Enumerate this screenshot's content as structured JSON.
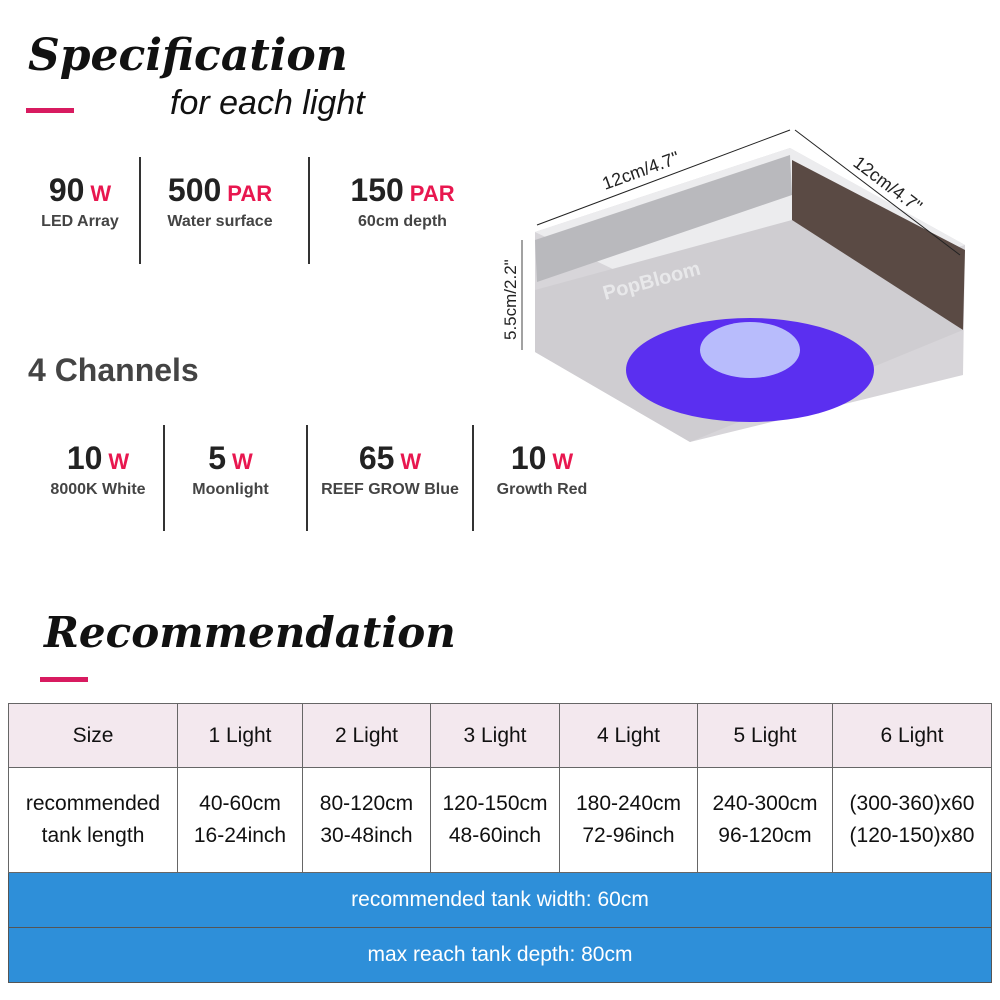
{
  "spec": {
    "title": "Specification",
    "subtitle": "for each light",
    "stats": [
      {
        "value": "90",
        "unit": "W",
        "label": "LED Array"
      },
      {
        "value": "500",
        "unit": "PAR",
        "label": "Water surface"
      },
      {
        "value": "150",
        "unit": "PAR",
        "label": "60cm depth"
      }
    ]
  },
  "channels": {
    "title": "4 Channels",
    "items": [
      {
        "value": "10",
        "unit": "W",
        "label": "8000K White"
      },
      {
        "value": "5",
        "unit": "W",
        "label": "Moonlight"
      },
      {
        "value": "65",
        "unit": "W",
        "label": "REEF GROW Blue"
      },
      {
        "value": "10",
        "unit": "W",
        "label": "Growth Red"
      }
    ]
  },
  "product": {
    "dim_length": "12cm/4.7\"",
    "dim_width": "12cm/4.7\"",
    "dim_height": "5.5cm/2.2\"",
    "logo": "PopBloom"
  },
  "recommendation": {
    "title": "Recommendation",
    "headers": [
      "Size",
      "1 Light",
      "2 Light",
      "3 Light",
      "4 Light",
      "5 Light",
      "6 Light"
    ],
    "row_label": [
      "recommended",
      "tank length"
    ],
    "cells": [
      [
        "40-60cm",
        "16-24inch"
      ],
      [
        "80-120cm",
        "30-48inch"
      ],
      [
        "120-150cm",
        "48-60inch"
      ],
      [
        "180-240cm",
        "72-96inch"
      ],
      [
        "240-300cm",
        "96-120cm"
      ],
      [
        "(300-360)x60",
        "(120-150)x80"
      ]
    ],
    "width_note": "recommended tank width:  60cm",
    "depth_note": "max  reach tank depth:  80cm"
  },
  "colors": {
    "accent": "#e8174f",
    "table_blue": "#2e8fd9",
    "header_pink": "#f3e8ee"
  }
}
